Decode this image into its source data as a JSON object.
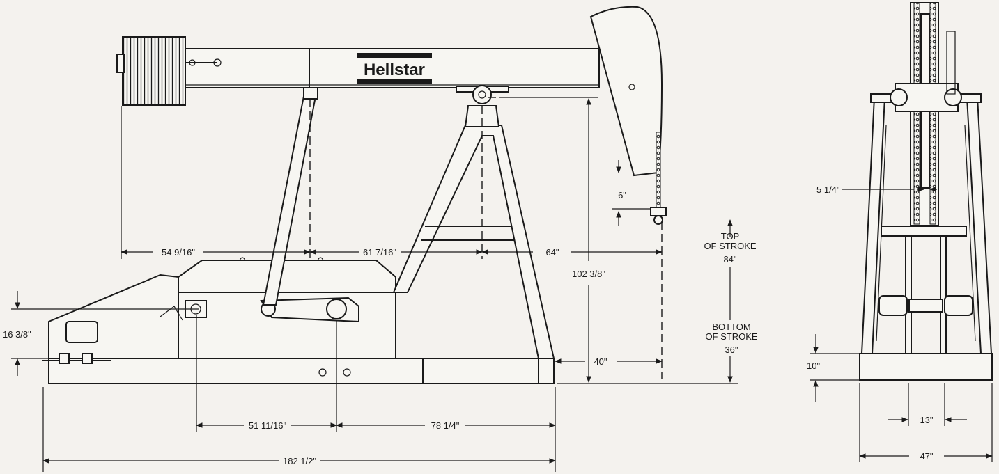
{
  "brand": "Hellstar",
  "side_view": {
    "dims": {
      "counterweight_to_saddle": "54 9/16\"",
      "saddle_to_pivot": "61 7/16\"",
      "pivot_to_horsehead": "64\"",
      "pivot_height": "102 3/8\"",
      "crank_height": "16 3/8\"",
      "hanger_offset": "6\"",
      "base_overhang": "40\"",
      "crank_to_pitman": "51 11/16\"",
      "pitman_to_end": "78 1/4\"",
      "overall_length": "182 1/2\""
    },
    "stroke": {
      "top_label_1": "TOP",
      "top_label_2": "OF STROKE",
      "top_value": "84\"",
      "bottom_label_1": "BOTTOM",
      "bottom_label_2": "OF STROKE",
      "bottom_value": "36\""
    }
  },
  "end_view": {
    "dims": {
      "beam_width": "5 1/4\"",
      "base_height": "10\"",
      "inner_width": "13\"",
      "overall_width": "47\""
    }
  }
}
